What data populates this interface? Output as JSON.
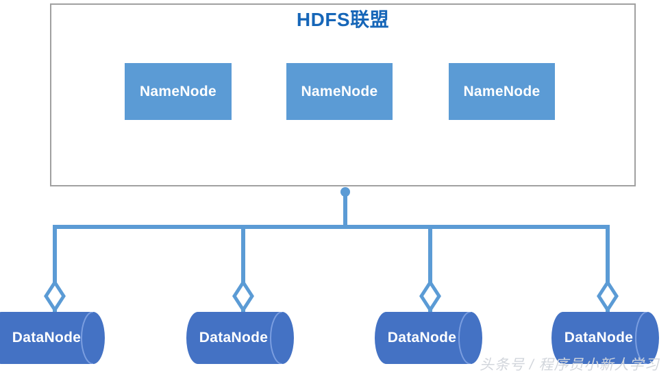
{
  "diagram": {
    "title": "HDFS联盟",
    "colors": {
      "namenode_fill": "#5b9bd5",
      "datanode_fill": "#4472c4",
      "connector": "#5b9bd5",
      "container_border": "#a0a0a0",
      "title_text": "#1666b8",
      "watermark_text": "#d2d6dc"
    },
    "namenodes": [
      {
        "label": "NameNode"
      },
      {
        "label": "NameNode"
      },
      {
        "label": "NameNode"
      }
    ],
    "datanodes": [
      {
        "label": "DataNode"
      },
      {
        "label": "DataNode"
      },
      {
        "label": "DataNode"
      },
      {
        "label": "DataNode"
      }
    ],
    "connectors": {
      "junction_icon": "filled-circle-junction",
      "arrowhead_icon": "hollow-diamond-aggregation",
      "bus_icon": "horizontal-bus-line"
    }
  },
  "watermark": {
    "text": "头条号 / 程序员小新人学习"
  }
}
